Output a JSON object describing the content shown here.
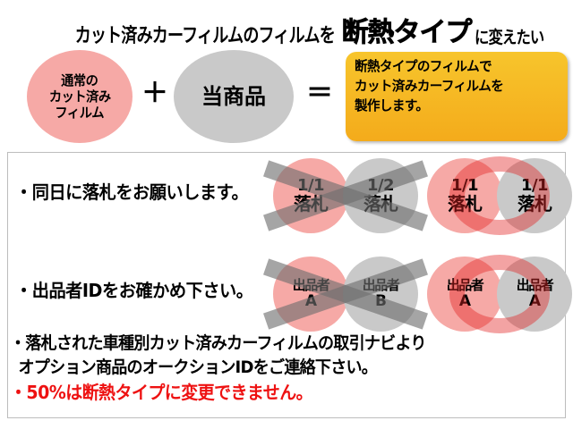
{
  "colors": {
    "pink": "#F6A9A6",
    "gray": "#C9C9C9",
    "yellow": "#F6BF26",
    "warning_red": "#EE1111",
    "panel_border": "#BDBDBD"
  },
  "headline": {
    "prefix": "カット済みカーフィルムのフィルムを",
    "emphasis": "断熱タイプ",
    "suffix": "に変えたい"
  },
  "equation": {
    "normal_film_circle": [
      "通常の",
      "カット済み",
      "フィルム"
    ],
    "plus_operator": "＋",
    "this_product_circle": "当商品",
    "equals_operator": "＝",
    "result_box": [
      "断熱タイプのフィルムで",
      "カット済みカーフィルムを",
      "製作します。"
    ]
  },
  "rules": [
    {
      "text": "・同日に落札をお願いします。",
      "bad_example": {
        "mark": "cross-mark",
        "left": {
          "line1": "1/1",
          "line2": "落札"
        },
        "right": {
          "line1": "1/2",
          "line2": "落札"
        }
      },
      "good_example": {
        "mark": "circle-mark",
        "left": {
          "line1": "1/1",
          "line2": "落札"
        },
        "right": {
          "line1": "1/1",
          "line2": "落札"
        }
      }
    },
    {
      "text": "・出品者IDをお確かめ下さい。",
      "bad_example": {
        "mark": "cross-mark",
        "left": {
          "line1": "出品者",
          "line2": "A"
        },
        "right": {
          "line1": "出品者",
          "line2": "B"
        }
      },
      "good_example": {
        "mark": "circle-mark",
        "left": {
          "line1": "出品者",
          "line2": "A"
        },
        "right": {
          "line1": "出品者",
          "line2": "A"
        }
      }
    }
  ],
  "notes": {
    "line1": "・落札された車種別カット済みカーフィルムの取引ナビより",
    "line2": "オプション商品のオークションIDをご連絡下さい。",
    "warning": "・50%は断熱タイプに変更できません。"
  }
}
